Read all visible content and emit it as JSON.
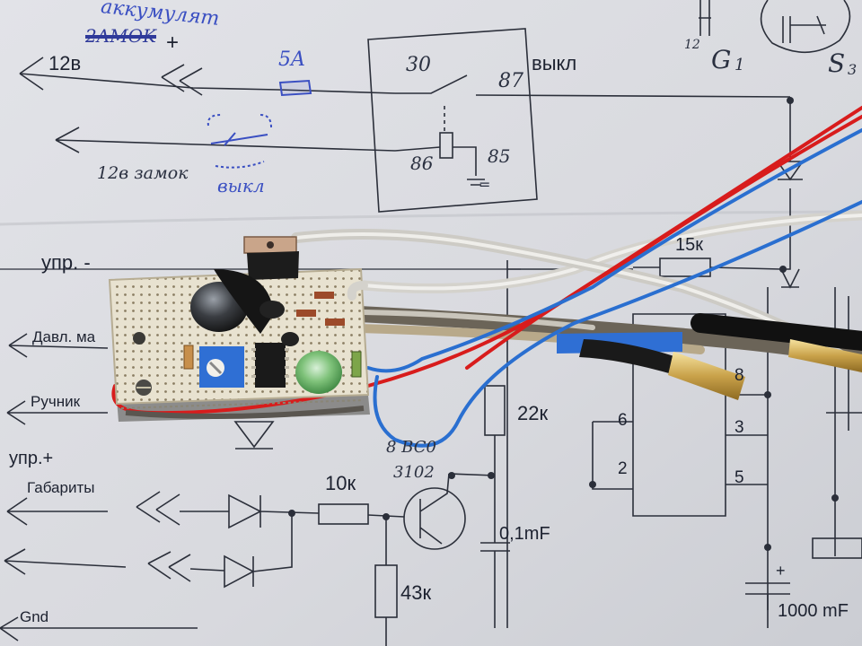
{
  "photo": {
    "paper_color": "#dcdde2",
    "line_color": "#2b2f3a",
    "pen_color": "#3a4fc2",
    "pcb_color": "#e6e0cf",
    "wire_red": "#d81c1c",
    "wire_blue": "#2a6fd0",
    "wire_gray": "#cfcdc8"
  },
  "labels": {
    "akkum": "аккумулят",
    "struck": "2AMOK",
    "plus_top": "+",
    "v12": "12в",
    "fuse": "5A",
    "relay30": "30",
    "relay87": "87",
    "vykl_top": "выкл",
    "relay86": "86",
    "relay85": "85",
    "zamok": "12в замок",
    "vykl_hand": "выкл",
    "upr_minus": "упр. -",
    "davl": "Давл. ма",
    "ruchnik": "Ручник",
    "upr_plus": "упр.+",
    "gabarity": "Габариты",
    "gnd": "Gnd",
    "r10k": "10к",
    "r22k": "22к",
    "r43k": "43к",
    "r15k": "15к",
    "transistor_top": "8 BC0",
    "transistor_bot": "3102",
    "cap01": "0,1mF",
    "cap1000": "1000 mF",
    "cap_plus": "+",
    "pin6": "6",
    "pin2": "2",
    "pin8": "8",
    "pin3": "3",
    "pin5": "5",
    "g_top": "12",
    "g_label": "G",
    "g_sub": "1",
    "s_label": "S",
    "s_sub": "3",
    "eq": "="
  }
}
